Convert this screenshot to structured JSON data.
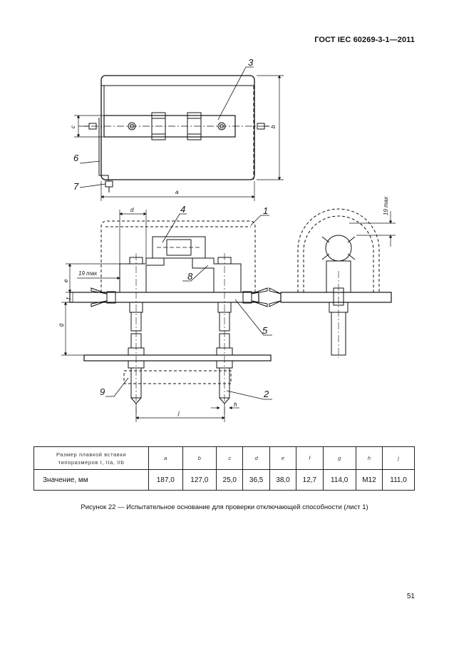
{
  "header": {
    "standard": "ГОСТ IEC 60269-3-1—2011"
  },
  "drawing": {
    "callouts": [
      "1",
      "2",
      "3",
      "4",
      "5",
      "6",
      "7",
      "8",
      "9"
    ],
    "dims": {
      "a": "a",
      "b": "b",
      "c": "c",
      "d": "d",
      "e": "e",
      "f": "f",
      "g": "g",
      "h": "h",
      "j": "j",
      "max19": "19 max"
    }
  },
  "table": {
    "header_label_line1": "Размер плавкой вставки",
    "header_label_line2": "типоразмеров I, IIa, IIb",
    "columns": [
      "a",
      "b",
      "c",
      "d",
      "e",
      "f",
      "g",
      "h",
      "j"
    ],
    "row_label": "Значение, мм",
    "values": [
      "187,0",
      "127,0",
      "25,0",
      "36,5",
      "38,0",
      "12,7",
      "114,0",
      "M12",
      "111,0"
    ]
  },
  "caption": "Рисунок 22 — Испытательное основание для проверки отключающей способности (лист 1)",
  "page_number": "51"
}
